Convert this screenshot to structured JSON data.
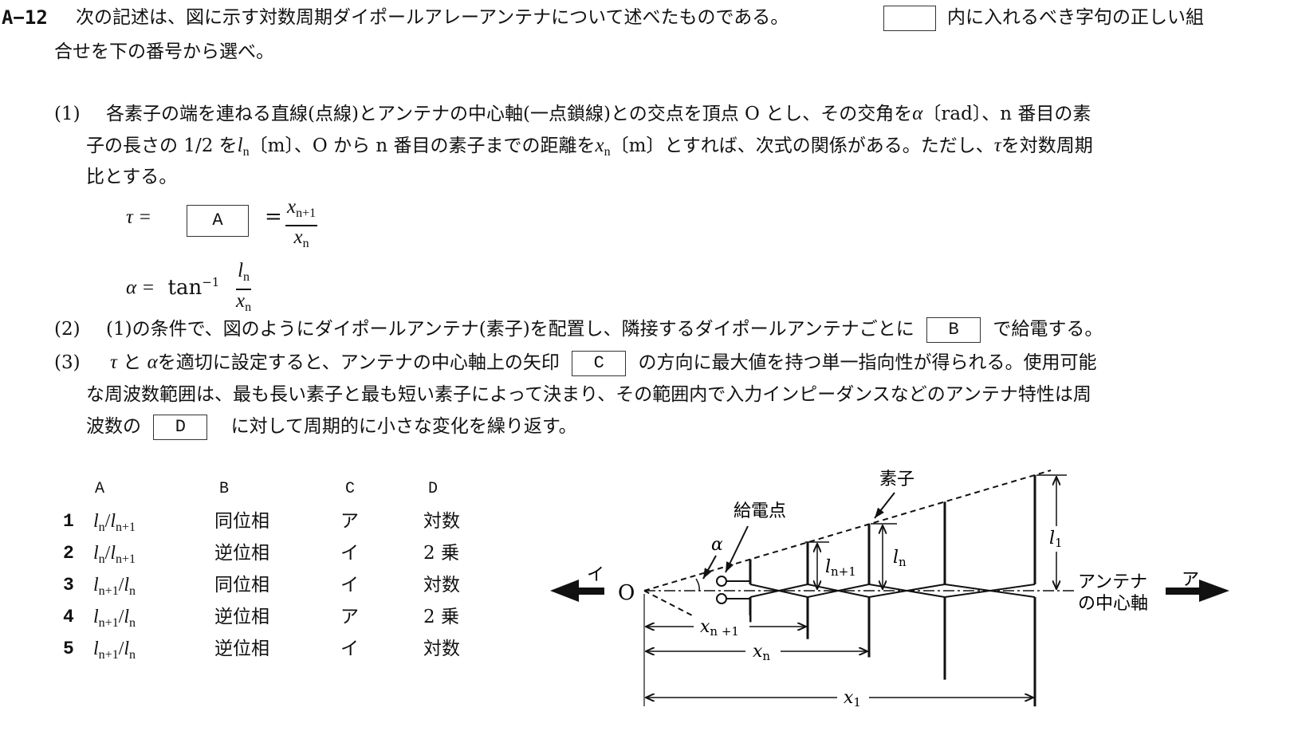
{
  "question": {
    "number": "A−12",
    "intro_a": "次の記述は、図に示す対数周期ダイポールアレーアンテナについて述べたものである。",
    "intro_b": "内に入れるべき字句の正しい組",
    "intro_c": "合せを下の番号から選べ。"
  },
  "item1": {
    "label": "(1)",
    "s1": "各素子の端を連ねる直線(点線)とアンテナの中心軸(一点鎖線)との交点を頂点 O とし、その交角を",
    "alpha": "α",
    "s2": "〔rad〕、n 番目の素",
    "s3": "子の長さの 1/2 を",
    "l": "l",
    "n": "n",
    "s4": "〔m〕、O から n 番目の素子までの距離を",
    "x": "x",
    "s5": "〔m〕とすれば、次式の関係がある。ただし、",
    "tau": "τ",
    "s6": "を対数周期",
    "s7": "比とする。",
    "eq1": {
      "lhs": "τ =",
      "box": "A",
      "eq": "=",
      "num_var": "x",
      "num_sub": "n+1",
      "den_var": "x",
      "den_sub": "n"
    },
    "eq2": {
      "lhs": "α =",
      "fn": "tan",
      "sup": "−1",
      "num_var": "l",
      "num_sub": "n",
      "den_var": "x",
      "den_sub": "n"
    }
  },
  "item2": {
    "label": "(2)",
    "s1": "(1)の条件で、図のようにダイポールアンテナ(素子)を配置し、隣接するダイポールアンテナごとに",
    "box": "B",
    "s2": "で給電する。"
  },
  "item3": {
    "label": "(3)",
    "tau": "τ",
    "s0": "と",
    "alpha": "α",
    "s1": "を適切に設定すると、アンテナの中心軸上の矢印",
    "box_c": "C",
    "s2": "の方向に最大値を持つ単一指向性が得られる。使用可能",
    "s3": "な周波数範囲は、最も長い素子と最も短い素子によって決まり、その範囲内で入力インピーダンスなどのアンテナ特性は周",
    "s4": "波数の",
    "box_d": "D",
    "s5": "に対して周期的に小さな変化を繰り返す。"
  },
  "options": {
    "headers": [
      "A",
      "B",
      "C",
      "D"
    ],
    "rows": [
      {
        "no": "1",
        "a_var": "l",
        "a_sub1": "n",
        "a_slash": "/",
        "a_sub2": "n+1",
        "b": "同位相",
        "c": "ア",
        "d": "対数"
      },
      {
        "no": "2",
        "a_var": "l",
        "a_sub1": "n",
        "a_slash": "/",
        "a_sub2": "n+1",
        "b": "逆位相",
        "c": "イ",
        "d": "2 乗"
      },
      {
        "no": "3",
        "a_var": "l",
        "a_sub1": "n+1",
        "a_slash": "/",
        "a_sub2": "n",
        "b": "同位相",
        "c": "イ",
        "d": "対数"
      },
      {
        "no": "4",
        "a_var": "l",
        "a_sub1": "n+1",
        "a_slash": "/",
        "a_sub2": "n",
        "b": "逆位相",
        "c": "ア",
        "d": "2 乗"
      },
      {
        "no": "5",
        "a_var": "l",
        "a_sub1": "n+1",
        "a_slash": "/",
        "a_sub2": "n",
        "b": "逆位相",
        "c": "イ",
        "d": "対数"
      }
    ]
  },
  "figure": {
    "origin": "O",
    "arrow_left": "イ",
    "arrow_right": "ア",
    "element_label": "素子",
    "feed_label": "給電点",
    "alpha": "α",
    "axis_label_1": "アンテナ",
    "axis_label_2": "の中心軸",
    "l_var": "l",
    "ln1_sub": "n+1",
    "ln_sub": "n",
    "l1_sub": "1",
    "x_var": "x",
    "xn1_sub": "n +1",
    "xn_sub": "n",
    "x1_sub": "1"
  }
}
